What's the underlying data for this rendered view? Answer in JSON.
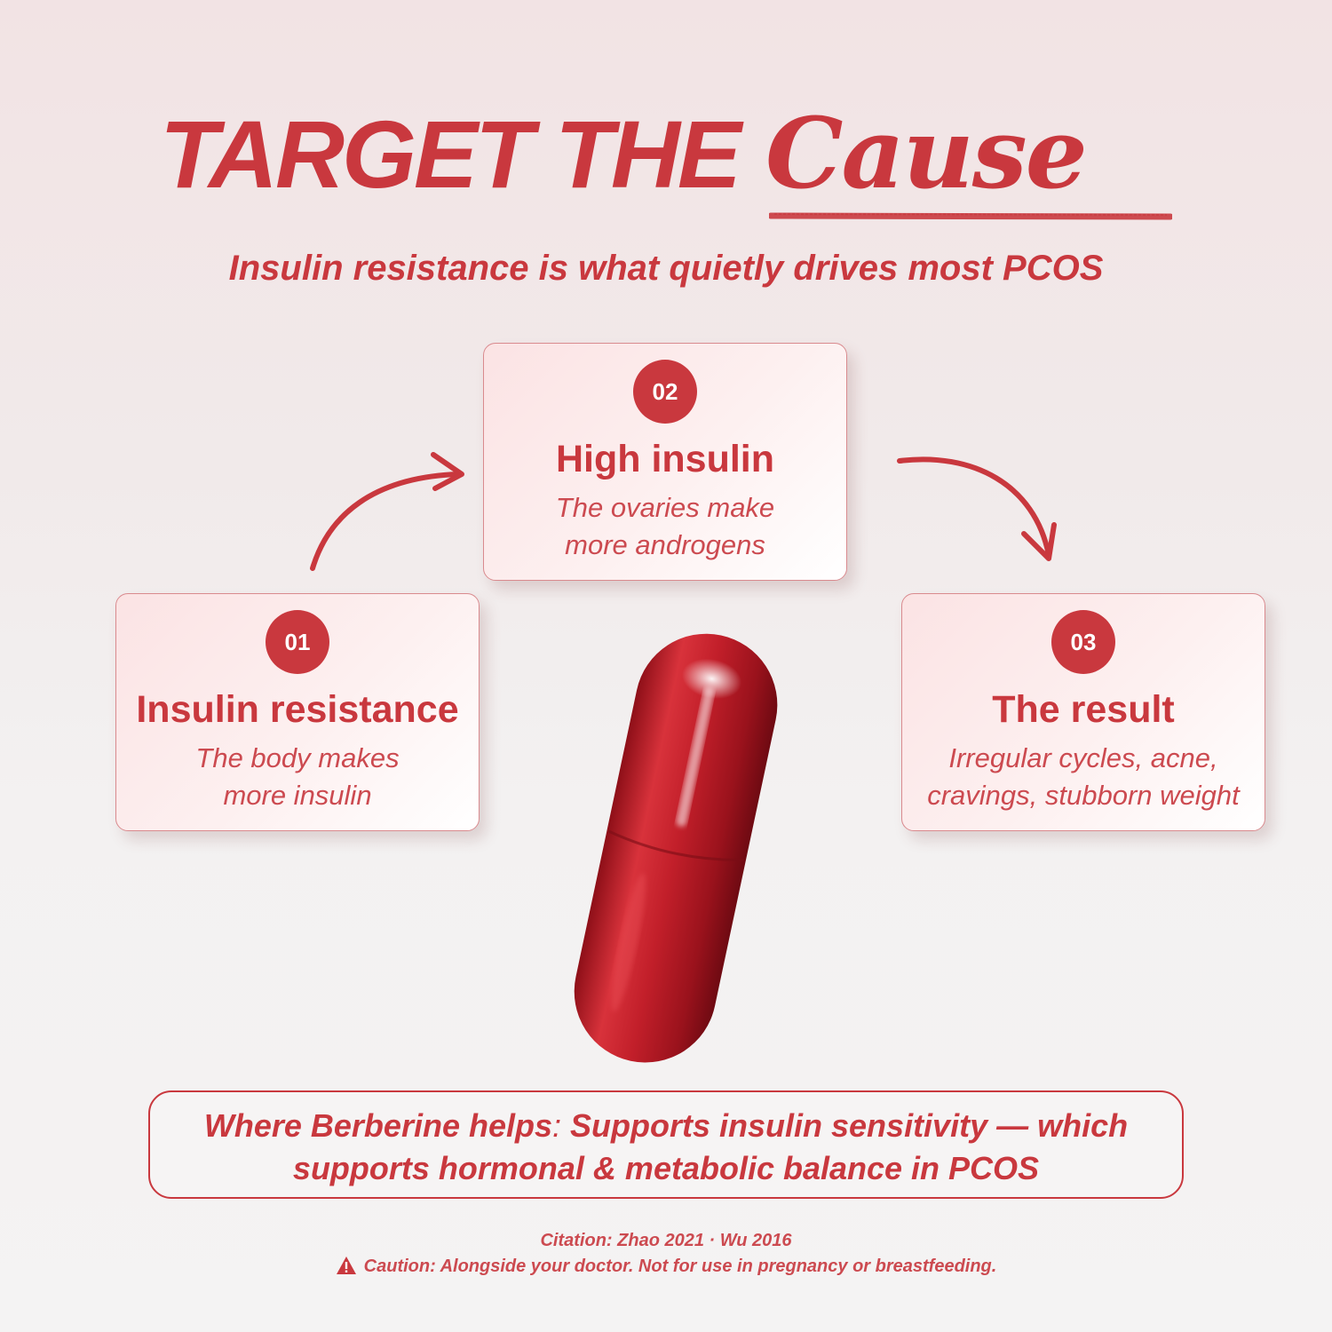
{
  "header": {
    "title_caps": "TARGET THE",
    "title_script": "Cause",
    "subtitle": "Insulin resistance is what quietly drives most PCOS"
  },
  "steps": [
    {
      "number": "01",
      "title": "Insulin resistance",
      "description": "The body makes\nmore insulin"
    },
    {
      "number": "02",
      "title": "High insulin",
      "description": "The ovaries make\nmore androgens"
    },
    {
      "number": "03",
      "title": "The result",
      "description": "Irregular cycles, acne,\ncravings, stubborn weight"
    }
  ],
  "callout": {
    "lead": "Where Berberine helps",
    "separator": ":",
    "body": " Supports insulin sensitivity — which supports hormonal & metabolic balance in PCOS"
  },
  "footer": {
    "citation": "Citation: Zhao 2021 · Wu 2016",
    "caution": "Caution: Alongside your doctor. Not for use in pregnancy or breastfeeding."
  },
  "colors": {
    "accent": "#c9383e",
    "card_border": "#d98a8e",
    "capsule": "#c21f2a"
  },
  "icons": {
    "arrow_up": "curved-arrow-right-icon",
    "arrow_down": "curved-arrow-down-icon",
    "warning": "warning-triangle-icon",
    "capsule": "red-capsule-image"
  }
}
